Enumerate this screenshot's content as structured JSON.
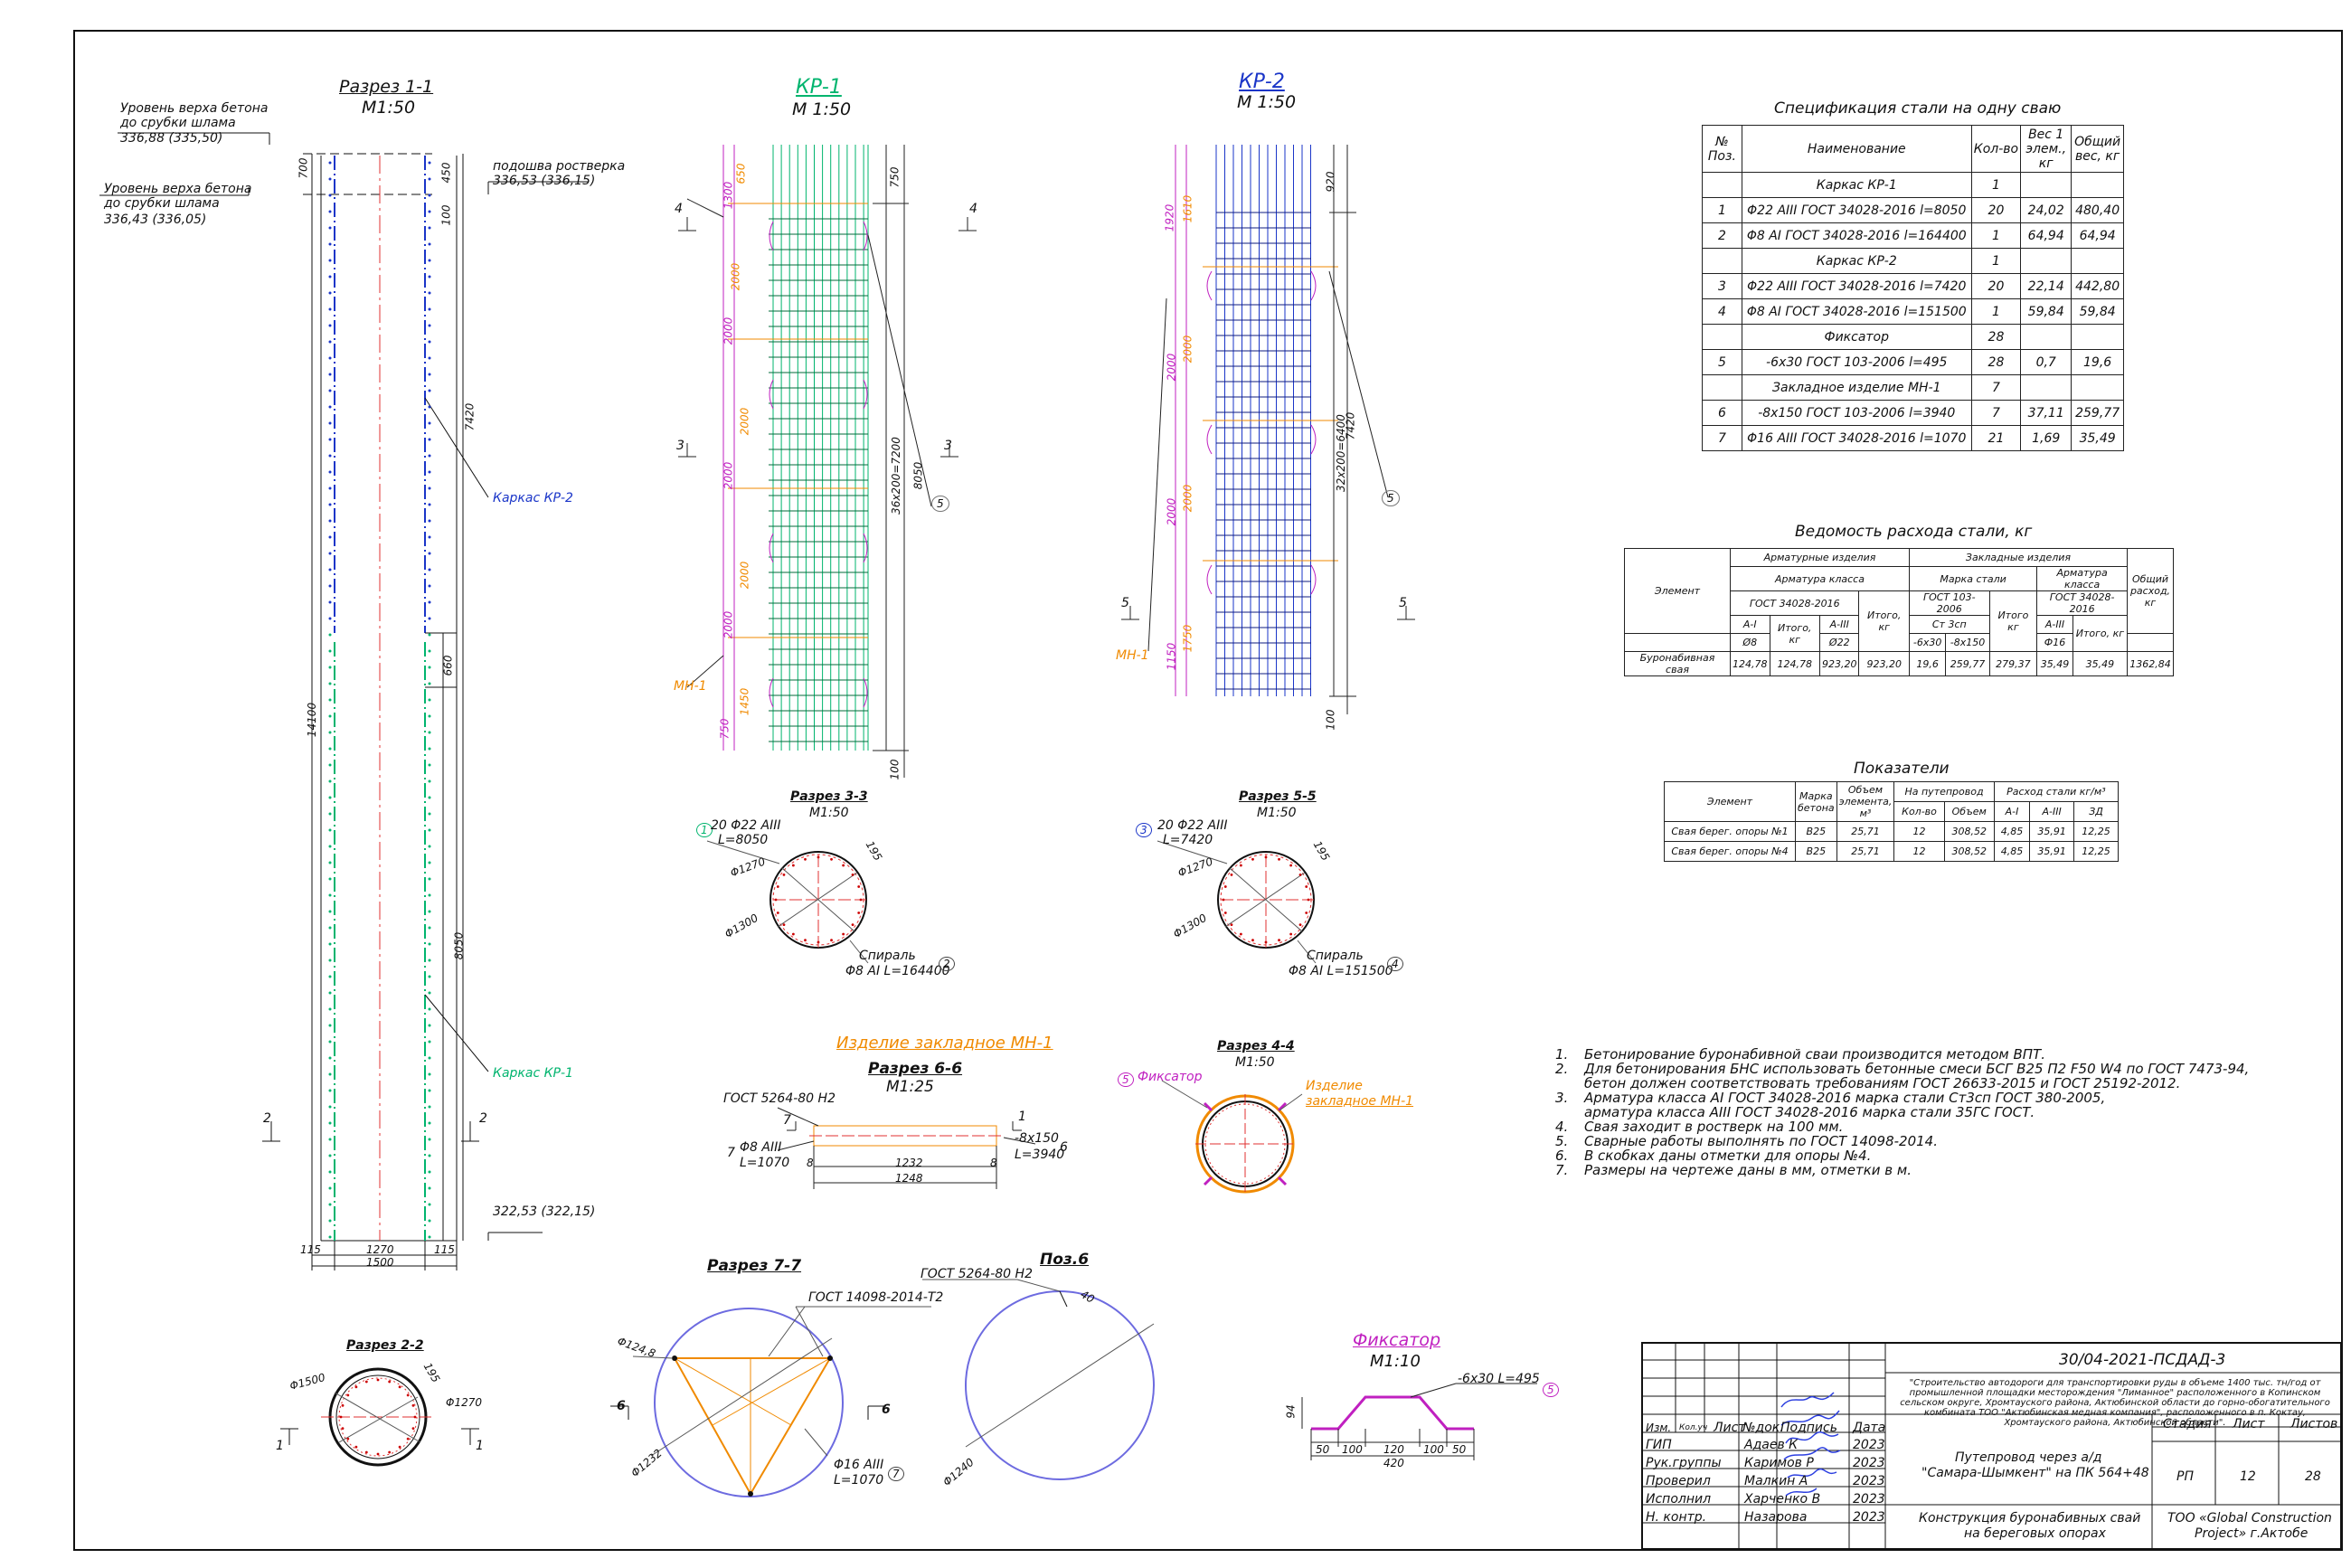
{
  "colors": {
    "kr1": "#00b46e",
    "kr2": "#1a35c8",
    "mn1": "#f08a00",
    "mag": "#c020c0",
    "circle": "#6d6be0"
  },
  "sec11": {
    "title": "Разрез 1-1",
    "scale": "М1:50",
    "lvl1a": "Уровень верха бетона",
    "lvl1b": "до срубки шлама",
    "lvl1c": "336,88 (335,50)",
    "lvl2a": "Уровень верха бетона",
    "lvl2b": "до срубки шлама",
    "lvl2c": "336,43 (336,05)",
    "pod_a": "подошва ростверка",
    "pod_b": "336,53 (336,15)",
    "kr2": "Каркас КР-2",
    "kr1": "Каркас КР-1",
    "bottom": "322,53 (322,15)",
    "d700": "700",
    "d450": "450",
    "d100": "100",
    "d7420": "7420",
    "d14100": "14100",
    "d660": "660",
    "d8050": "8050",
    "w115a": "115",
    "w1270": "1270",
    "w115b": "115",
    "w1500": "1500",
    "cut": "2"
  },
  "kr1": {
    "title": "КР-1",
    "scale": "М 1:50",
    "d1300": "1300",
    "d650": "650",
    "d2000": "2000",
    "d1450": "1450",
    "d750": "750",
    "d750t": "750",
    "d8050": "8050",
    "d36": "36х200=7200",
    "d100": "100",
    "mn": "МН-1",
    "cut4": "4",
    "cut3": "3",
    "pos5": "5"
  },
  "kr2": {
    "title": "КР-2",
    "scale": "М 1:50",
    "d1920": "1920",
    "d1610": "1610",
    "d2000": "2000",
    "d1750": "1750",
    "d1150": "1150",
    "d920": "920",
    "d7420": "7420",
    "d32": "32х200=6400",
    "d100": "100",
    "mn": "МН-1",
    "cut5": "5",
    "pos5": "5"
  },
  "s33": {
    "title": "Разрез 3-3",
    "scale": "М1:50",
    "pos": "1",
    "l1": "20 Φ22 AIII",
    "l2": "L=8050",
    "d1270": "Φ1270",
    "d1300": "Φ1300",
    "d195": "195",
    "sp1": "Спираль",
    "sp2": "Φ8 AI L=164400",
    "spos": "2"
  },
  "s55": {
    "title": "Разрез 5-5",
    "scale": "М1:50",
    "pos": "3",
    "l1": "20 Φ22 AIII",
    "l2": "L=7420",
    "d1270": "Φ1270",
    "d1300": "Φ1300",
    "d195": "195",
    "sp1": "Спираль",
    "sp2": "Φ8 AI L=151500",
    "spos": "4"
  },
  "mn1": {
    "title": "Изделие закладное МН-1",
    "sub": "Разрез 6-6",
    "scale": "М1:25",
    "gost": "ГОСТ 5264-80 Н2",
    "l1": "Φ8 AIII",
    "l2": "L=1070",
    "p7": "7",
    "r1": "-8х150",
    "r2": "L=3940",
    "p6": "6",
    "d8a": "8",
    "d1232": "1232",
    "d8b": "8",
    "d1248": "1248",
    "c7": "7",
    "c1": "1"
  },
  "s44": {
    "title": "Разрез 4-4",
    "scale": "М1:50",
    "fix": "Фиксатор",
    "fpos": "5",
    "emb1": "Изделие",
    "emb2": "закладное МН-1"
  },
  "s22": {
    "title": "Разрез 2-2",
    "d1500": "Φ1500",
    "d1270": "Φ1270",
    "d195": "195",
    "c1": "1"
  },
  "s77": {
    "title": "Разрез 7-7",
    "gost": "ГОСТ 14098-2014-Т2",
    "d1248": "Φ124,8",
    "d1232": "Φ1232",
    "l1": "Φ16 AIII",
    "l2": "L=1070",
    "p7": "7",
    "cut": "6"
  },
  "pos6": {
    "title": "Поз.6",
    "gost": "ГОСТ 5264-80 Н2",
    "d40": "40",
    "d1240": "Φ1240"
  },
  "fix": {
    "title": "Фиксатор",
    "scale": "М1:10",
    "label": "-6х30 L=495",
    "pos": "5",
    "h": "94",
    "d50a": "50",
    "d100a": "100",
    "d120": "120",
    "d100b": "100",
    "d50b": "50",
    "d420": "420"
  },
  "spec": {
    "title": "Спецификация стали на одну сваю",
    "head": [
      "№ Поз.",
      "Наименование",
      "Кол-во",
      "Вес 1 элем., кг",
      "Общий вес, кг"
    ],
    "rows": [
      [
        "",
        "Каркас КР-1",
        "1",
        "",
        ""
      ],
      [
        "1",
        "Φ22 AIII ГОСТ 34028-2016 l=8050",
        "20",
        "24,02",
        "480,40"
      ],
      [
        "2",
        "Φ8 AI ГОСТ 34028-2016 l=164400",
        "1",
        "64,94",
        "64,94"
      ],
      [
        "",
        "Каркас КР-2",
        "1",
        "",
        ""
      ],
      [
        "3",
        "Φ22 AIII ГОСТ 34028-2016 l=7420",
        "20",
        "22,14",
        "442,80"
      ],
      [
        "4",
        "Φ8 AI ГОСТ 34028-2016 l=151500",
        "1",
        "59,84",
        "59,84"
      ],
      [
        "",
        "Фиксатор",
        "28",
        "",
        ""
      ],
      [
        "5",
        "-6х30 ГОСТ 103-2006 l=495",
        "28",
        "0,7",
        "19,6"
      ],
      [
        "",
        "Закладное изделие МН-1",
        "7",
        "",
        ""
      ],
      [
        "6",
        "-8х150 ГОСТ 103-2006 l=3940",
        "7",
        "37,11",
        "259,77"
      ],
      [
        "7",
        "Φ16 AIII ГОСТ 34028-2016 l=1070",
        "21",
        "1,69",
        "35,49"
      ]
    ]
  },
  "ved": {
    "title": "Ведомость расхода стали, кг",
    "el": "Элемент",
    "arm": "Арматурные изделия",
    "zak": "Закладные изделия",
    "akl": "Арматура класса",
    "gost1": "ГОСТ 34028-2016",
    "mst": "Марка стали",
    "gost2": "ГОСТ 103-2006",
    "akl2": "Арматура класса",
    "gost3": "ГОСТ 34028-2016",
    "ai": "А-I",
    "it1": "Итого, кг",
    "aiii": "А-III",
    "it2": "Итого, кг",
    "st": "Ст 3сп",
    "it3": "Итого кг",
    "aiii2": "А-III",
    "it4": "Итого, кг",
    "tot": "Общий расход, кг",
    "f8": "Ø8",
    "f22": "Ø22",
    "s630": "-6х30",
    "s8150": "-8х150",
    "f16": "Ф16",
    "row": [
      "Буронабивная свая",
      "124,78",
      "124,78",
      "923,20",
      "923,20",
      "19,6",
      "259,77",
      "279,37",
      "35,49",
      "35,49",
      "1362,84"
    ]
  },
  "pok": {
    "title": "Показатели",
    "el": "Элемент",
    "mark": "Марка бетона",
    "vol": "Объем элемента, м³",
    "onp": "На путепровод",
    "rash": "Расход стали кг/м³",
    "kol": "Кол-во",
    "ob": "Объем",
    "a1": "A-I",
    "a3": "A-III",
    "zd": "ЗД",
    "rows": [
      [
        "Свая берег. опоры №1",
        "B25",
        "25,71",
        "12",
        "308,52",
        "4,85",
        "35,91",
        "12,25"
      ],
      [
        "Свая берег. опоры №4",
        "B25",
        "25,71",
        "12",
        "308,52",
        "4,85",
        "35,91",
        "12,25"
      ]
    ]
  },
  "notes": [
    [
      "1.",
      "Бетонирование буронабивной сваи производится методом ВПТ."
    ],
    [
      "2.",
      "Для бетонирования БНС использовать бетонные смеси БСГ В25 П2 F50 W4 по ГОСТ 7473-94,"
    ],
    [
      "",
      "бетон должен соответствовать требованиям ГОСТ 26633-2015 и ГОСТ 25192-2012."
    ],
    [
      "3.",
      "Арматура класса AI ГОСТ 34028-2016 марка стали Ст3сп ГОСТ 380-2005,"
    ],
    [
      "",
      "арматура класса AIII ГОСТ 34028-2016 марка стали 35ГС ГОСТ."
    ],
    [
      "4.",
      "Свая заходит в ростверк на 100 мм."
    ],
    [
      "5.",
      "Сварные работы выполнять по ГОСТ 14098-2014."
    ],
    [
      "6.",
      "В скобках даны отметки для опоры №4."
    ],
    [
      "7.",
      "Размеры на чертеже даны в мм, отметки в м."
    ]
  ],
  "stamp": {
    "code": "30/04-2021-ПСДАД-3",
    "desc": "\"Строительство автодороги для транспортировки руды в объеме 1400 тыс. тн/год от промышленной площадки месторождения \"Лиманное\" расположенного в Копинском сельском округе, Хромтауского района, Актюбинской области до горно-обогатительного комбината ТОО \"Актюбинская медная компания\", расположенного в п. Коктау, Хромтауского района, Актюбинской области\".",
    "cols": [
      "Изм.",
      "Кол.уч",
      "Лист",
      "№док.",
      "Подпись",
      "Дата"
    ],
    "people": [
      [
        "ГИП",
        "Адаев К",
        "2023"
      ],
      [
        "Рук.группы",
        "Каримов Р",
        "2023"
      ],
      [
        "Проверил",
        "Малкин А",
        "2023"
      ],
      [
        "Исполнил",
        "Харченко В",
        "2023"
      ],
      [
        "Н. контр.",
        "Назарова",
        "2023"
      ]
    ],
    "obj1": "Путепровод через а/д",
    "obj2": "\"Самара-Шымкент\" на ПК 564+48",
    "stage": "Стадия",
    "sheet": "Лист",
    "sheets": "Листов",
    "stv": "РП",
    "shv": "12",
    "shsv": "28",
    "name1": "Конструкция буронабивных свай",
    "name2": "на береговых опорах",
    "org1": "ТОО «Global Construction",
    "org2": "Project» г.Актобе"
  }
}
